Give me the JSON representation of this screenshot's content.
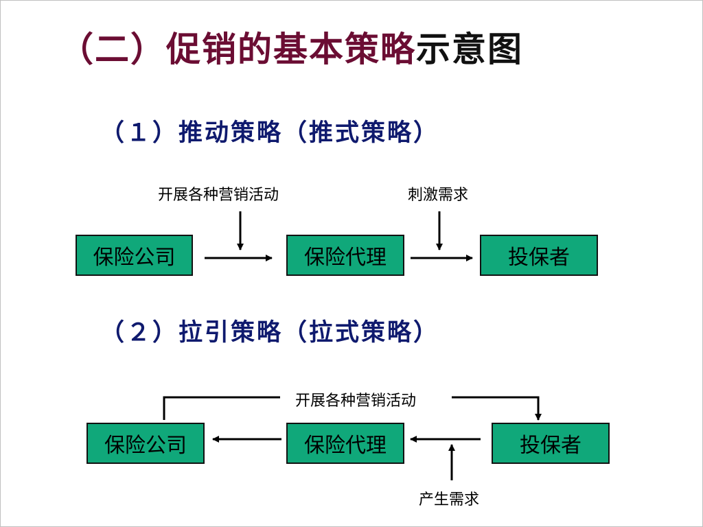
{
  "title": {
    "part1": "（二）促销的基本策略",
    "part2": "示意图"
  },
  "push": {
    "heading": "（１）推动策略（推式策略）",
    "label_activities": "开展各种营销活动",
    "label_stimulate": "刺激需求",
    "box_company": "保险公司",
    "box_agent": "保险代理",
    "box_insured": "投保者"
  },
  "pull": {
    "heading": "（２）拉引策略（拉式策略）",
    "label_activities": "开展各种营销活动",
    "label_demand": "产生需求",
    "box_company": "保险公司",
    "box_agent": "保险代理",
    "box_insured": "投保者"
  }
}
